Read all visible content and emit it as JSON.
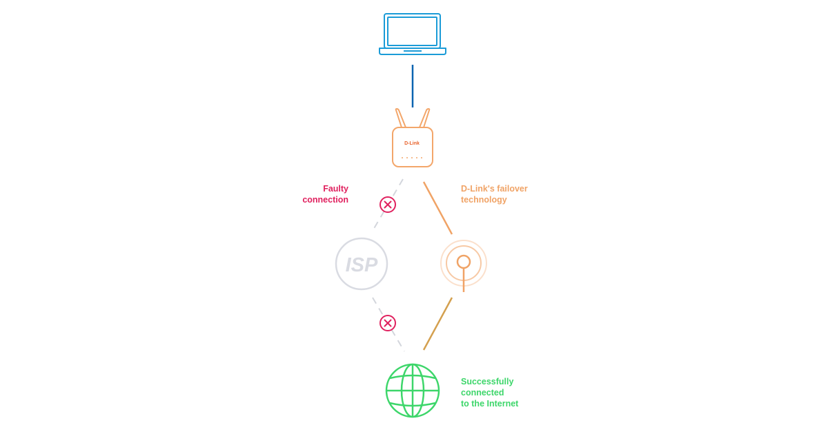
{
  "labels": {
    "faulty": "Faulty\nconnection",
    "failover": "D-Link's failover\ntechnology",
    "success": "Successfully\nconnected\nto the Internet"
  },
  "router": {
    "brand": "D-Link"
  },
  "isp": {
    "text": "ISP"
  },
  "colors": {
    "laptop": "#1a9bd7",
    "uplink": "#0b63b0",
    "router": "#f3a66a",
    "router_brand": "#e8612a",
    "faulty": "#e0205e",
    "dashed": "#d3d6dc",
    "isp": "#d9dbe2",
    "failover": "#f0a366",
    "globe": "#3dd66a",
    "failover_to_globe": "#d4a04f"
  },
  "icons": {
    "laptop": "laptop-icon",
    "router": "router-icon",
    "isp": "isp-icon",
    "cellular": "cellular-antenna-icon",
    "globe": "globe-icon",
    "fail": "x-circle-icon"
  }
}
